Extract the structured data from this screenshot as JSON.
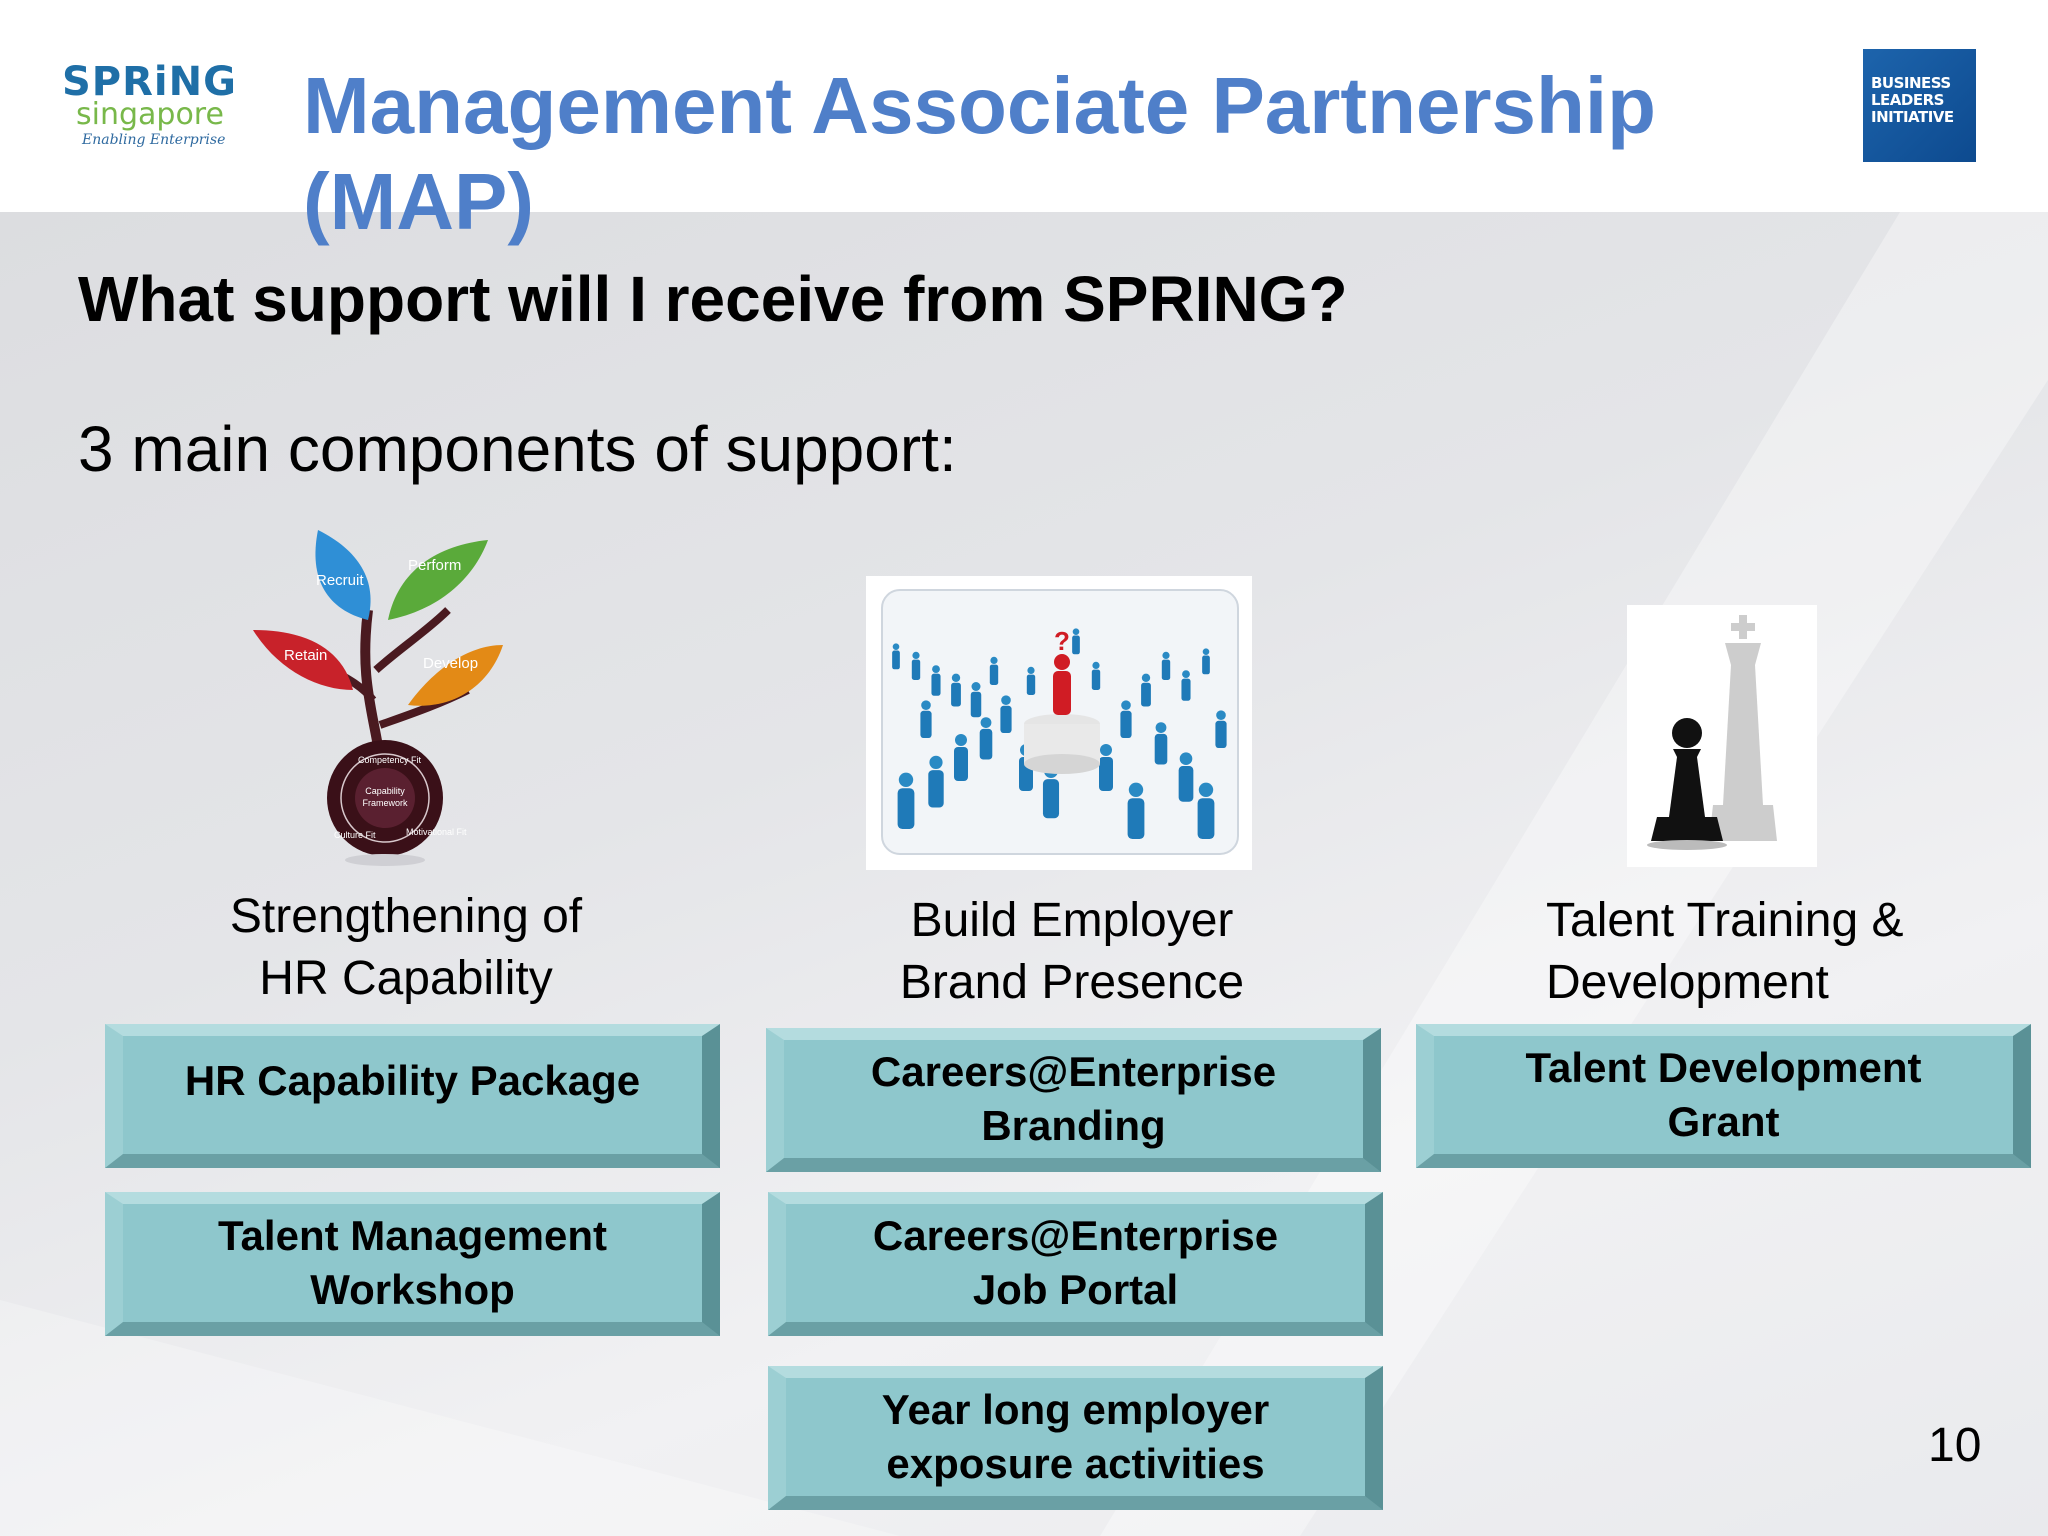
{
  "header": {
    "spring_logo_line1": "SPRiNG",
    "spring_logo_line2": "singapore",
    "spring_logo_tagline": "Enabling Enterprise",
    "bli_logo_lines": [
      "BUSINESS",
      "LEADERS",
      "INITIATIVE"
    ],
    "title": "Management Associate Partnership (MAP)"
  },
  "body": {
    "question": "What support will I receive from SPRING?",
    "intro": "3 main components of support:"
  },
  "illustrations": {
    "leaves": [
      "Recruit",
      "Perform",
      "Retain",
      "Develop"
    ],
    "root_ring_text": [
      "Competency Fit",
      "Motivational Fit",
      "Culture Fit"
    ],
    "root_center_text": [
      "Capability",
      "Framework"
    ]
  },
  "components": [
    {
      "caption": "Strengthening of\nHR Capability",
      "items": [
        "HR Capability Package",
        "Talent Management\nWorkshop"
      ]
    },
    {
      "caption": "Build Employer\nBrand Presence",
      "items": [
        "Careers@Enterprise\nBranding",
        "Careers@Enterprise\nJob Portal",
        "Year long employer\nexposure activities"
      ]
    },
    {
      "caption": "Talent Training &\nDevelopment",
      "items": [
        "Talent Development\nGrant"
      ]
    }
  ],
  "footer": {
    "page_number": "10"
  },
  "colors": {
    "title": "#4f7fc9",
    "pill_fill": "#8ec7cc",
    "leaf_recruit": "#2f8fd6",
    "leaf_perform": "#5aaa3a",
    "leaf_retain": "#c8222a",
    "leaf_develop": "#e38a16"
  }
}
